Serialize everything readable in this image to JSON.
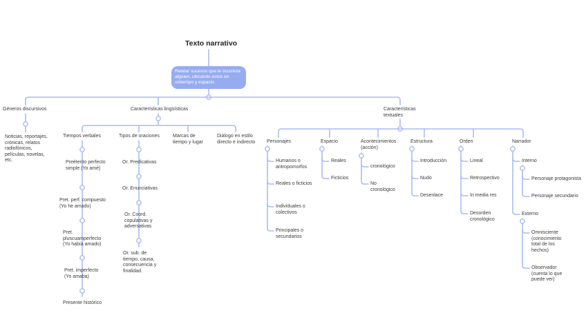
{
  "title": "Texto narrativo",
  "central": "Relatar sucesos que le ocurrena alguien, ubicando estos en untiempo y espacio.",
  "generos": {
    "label": "Géneros discursivos",
    "desc": "Noticias, reportajes, crónicas, relatos radiofónicos, películas, novelas, etc."
  },
  "linguisticas": {
    "label": "Características lingüísticas",
    "tiempos": {
      "label": "Tiempos verbales",
      "items": [
        "Preéterito perfecto simple (Yo amé)",
        "Pret. perf. compuesto (Yo he amado)",
        "Pret. pluscuamperfecto (Yo había amado)",
        "Pret. imperfecto (Yo amaba)",
        "Presente histórico"
      ]
    },
    "tipos": {
      "label": "Tipos de oraciones",
      "items": [
        "Or. Predicativas",
        "Or. Enunciativas",
        "Or. Coord. copulativas y adversativas",
        "Or. sub. de tiempo, causa, consecuencia y finalidad."
      ]
    },
    "marcas": "Marcas de tiempo y lugar",
    "dialogo": "Diálogo en estilo directo e indirecto"
  },
  "textuales": {
    "label": "Características textuales",
    "personajes": {
      "label": "Personajes",
      "items": [
        "Humanos o antropomorfos",
        "Reales o ficticios",
        "Individuales o colectivos",
        "Principales o secundarios"
      ]
    },
    "espacio": {
      "label": "Espacio",
      "items": [
        "Reales",
        "Ficticios"
      ]
    },
    "acontecimientos": {
      "label": "Acontecimientos (acción)",
      "items": [
        "cronológico",
        "No cronológico"
      ]
    },
    "estructura": {
      "label": "Estructura",
      "items": [
        "Introducción",
        "Nudo",
        "Desenlace"
      ]
    },
    "orden": {
      "label": "Orden",
      "items": [
        "Lineal",
        "Retrospectivo",
        "In media res",
        "Desorden cronológico"
      ]
    },
    "narrador": {
      "label": "Narrador",
      "interno": {
        "label": "Interno",
        "items": [
          "Personaje protagonista",
          "Personaje secundario"
        ]
      },
      "externo": {
        "label": "Externo",
        "items": [
          "Omnisciente (conocimiento total de los hechos)",
          "Observador (cuenta lo que puede ver)"
        ]
      }
    }
  },
  "colors": {
    "line": "#a9bcf2",
    "central_bg": "#97acf0",
    "text": "#3a3a3a"
  }
}
